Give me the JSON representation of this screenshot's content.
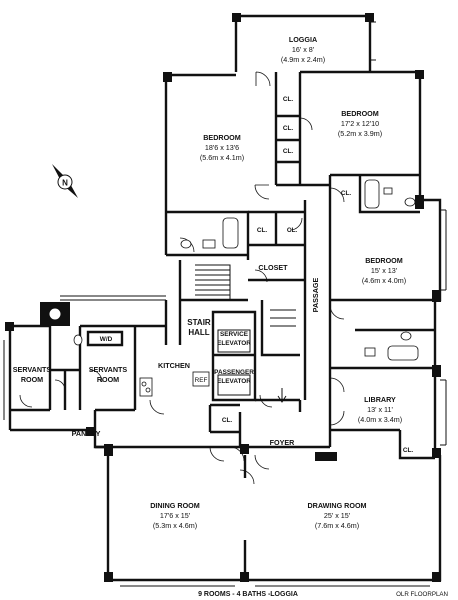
{
  "rooms": {
    "loggia": {
      "name": "LOGGIA",
      "dim_imperial": "16' x 8'",
      "dim_metric": "(4.9m x 2.4m)"
    },
    "bedroom_top_right": {
      "name": "BEDROOM",
      "dim_imperial": "17'2 x 12'10",
      "dim_metric": "(5.2m x 3.9m)"
    },
    "bedroom_left": {
      "name": "BEDROOM",
      "dim_imperial": "18'6 x 13'6",
      "dim_metric": "(5.6m x 4.1m)"
    },
    "bedroom_right": {
      "name": "BEDROOM",
      "dim_imperial": "15' x 13'",
      "dim_metric": "(4.6m x 4.0m)"
    },
    "library": {
      "name": "LIBRARY",
      "dim_imperial": "13' x 11'",
      "dim_metric": "(4.0m x 3.4m)"
    },
    "dining": {
      "name": "DINING ROOM",
      "dim_imperial": "17'6 x 15'",
      "dim_metric": "(5.3m x 4.6m)"
    },
    "drawing": {
      "name": "DRAWING ROOM",
      "dim_imperial": "25' x 15'",
      "dim_metric": "(7.6m x 4.6m)"
    },
    "servants_1": {
      "name_line1": "SERVANTS",
      "name_line2": "ROOM"
    },
    "servants_2": {
      "name_line1": "SERVANTS",
      "name_line2": "ROOM"
    }
  },
  "labels": {
    "closet": "CLOSET",
    "passage": "PASSAGE",
    "stair_line1": "STAIR",
    "stair_line2": "HALL",
    "service_elev_line1": "SERVICE",
    "service_elev_line2": "ELEVATOR",
    "passenger_elev_line1": "PASSENGER",
    "passenger_elev_line2": "ELEVATOR",
    "kitchen": "KITCHEN",
    "ref": "REF",
    "wd": "W/D",
    "pantry": "PANTRY",
    "foyer": "FOYER",
    "cl": "CL."
  },
  "compass": {
    "letter": "N",
    "icon": "compass-rose-icon"
  },
  "footer": {
    "summary": "9 ROOMS - 4 BATHS -LOGGIA",
    "credit": "OLR FLOORPLAN"
  }
}
